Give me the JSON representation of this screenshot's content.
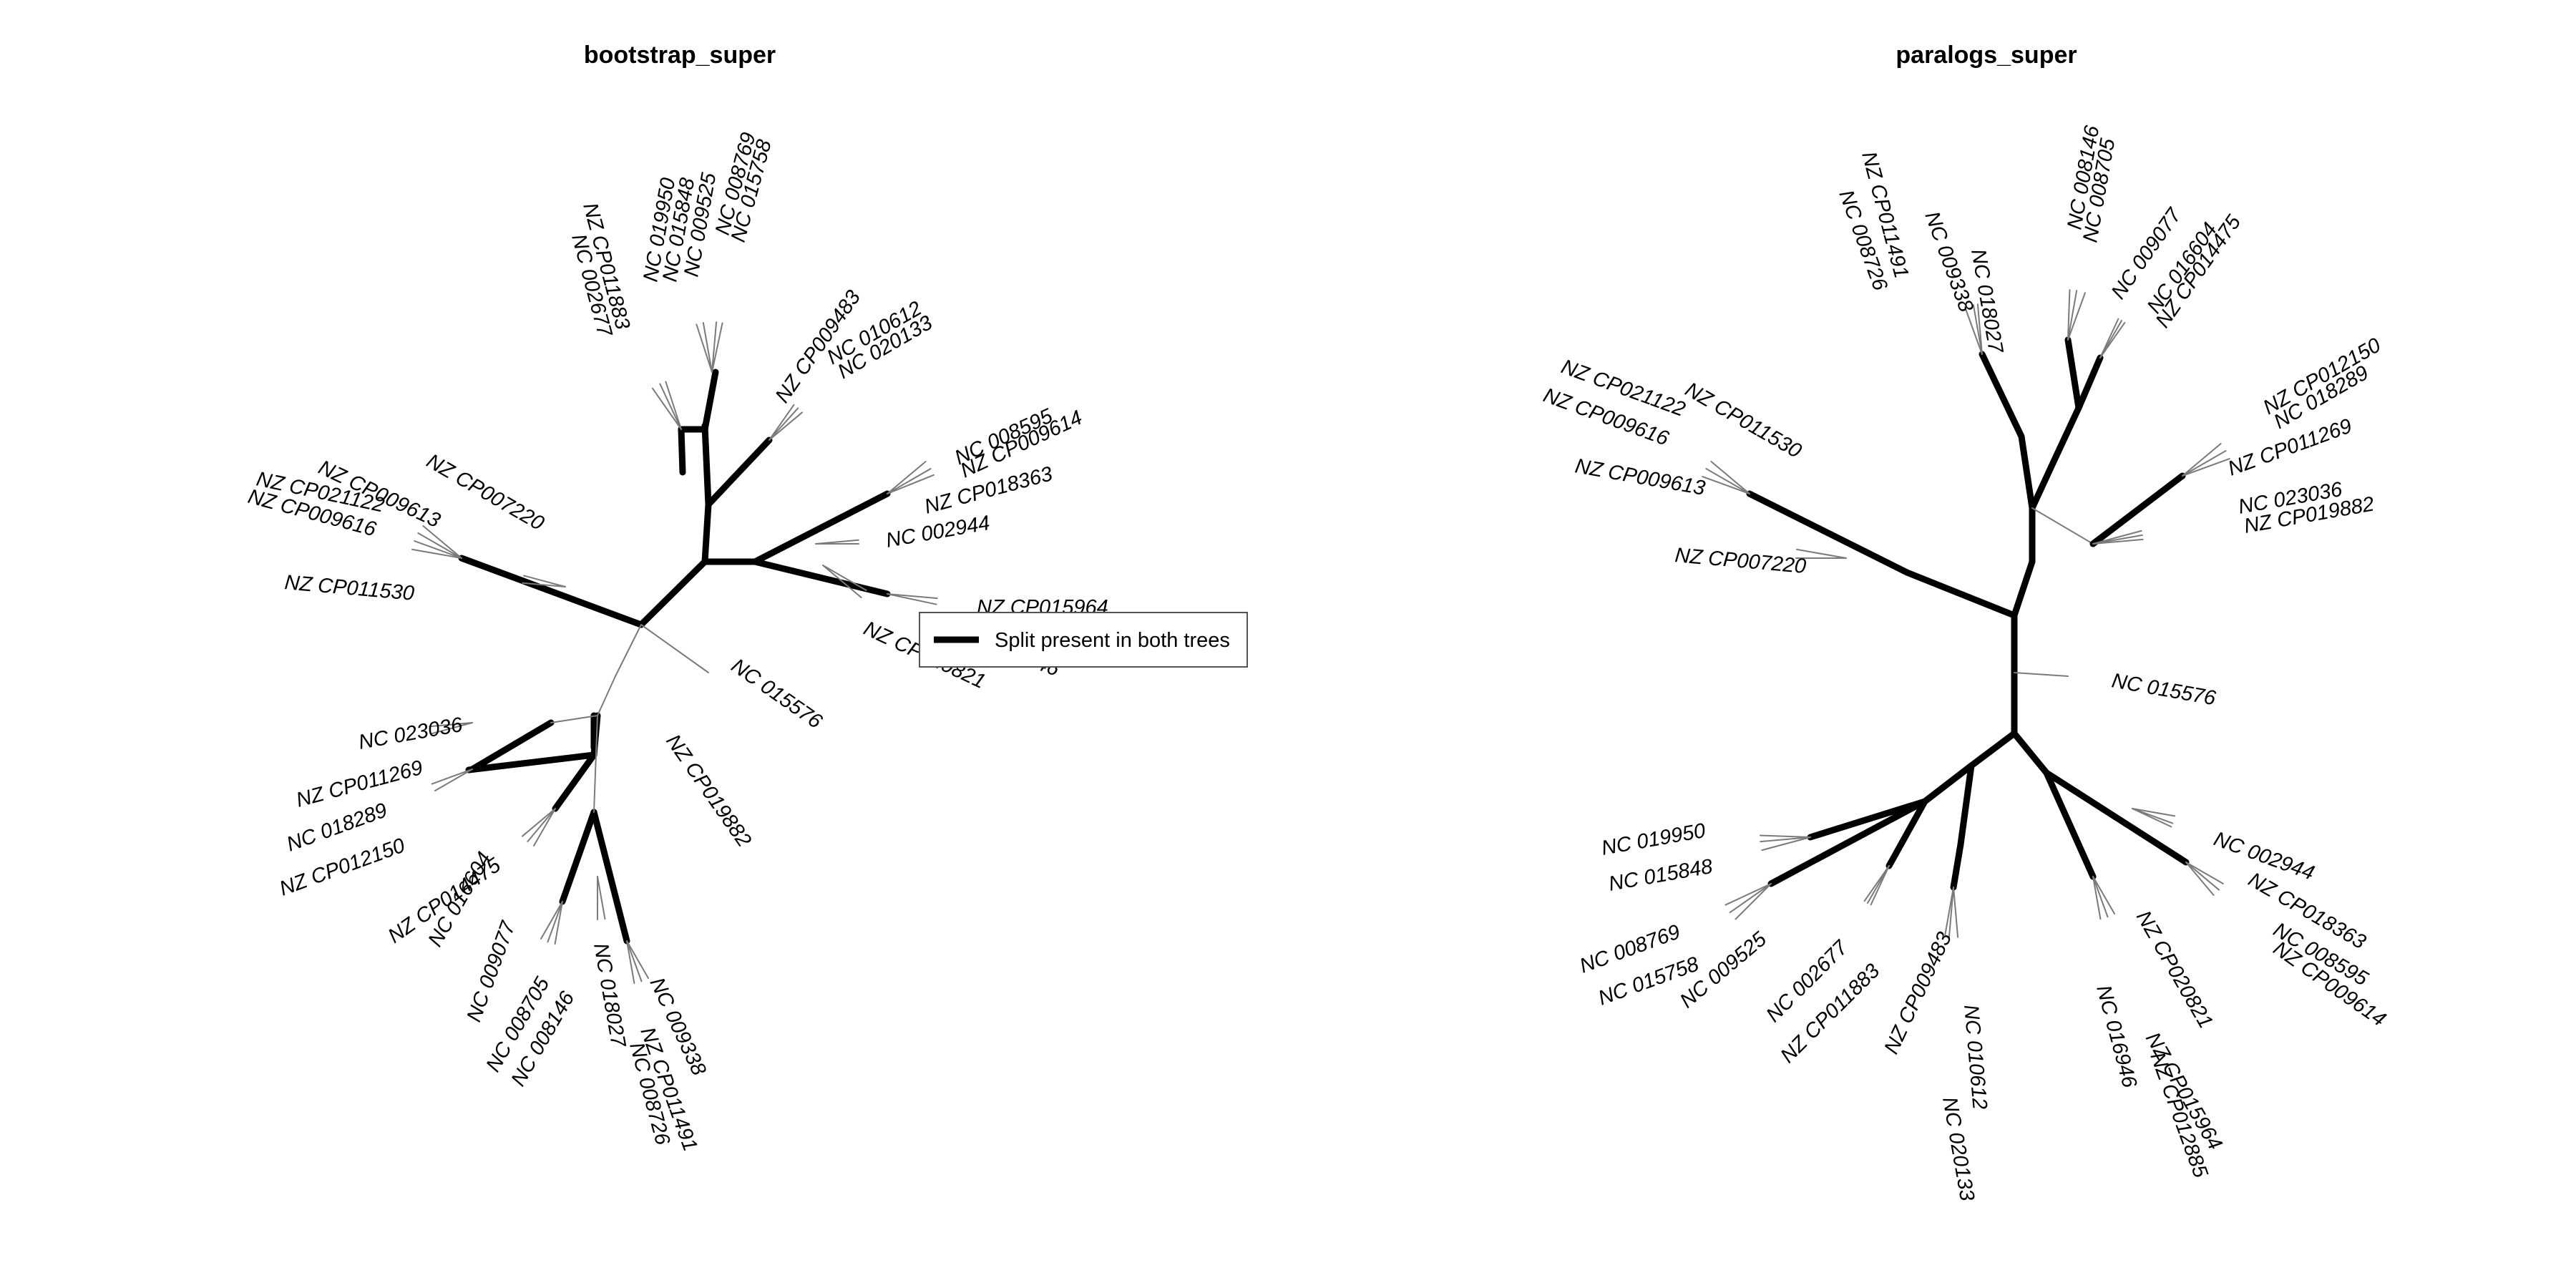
{
  "legend": {
    "label": "Split present in both trees"
  },
  "colors": {
    "shared_split": "#000000",
    "unshared_split": "#7a7a7a",
    "background": "#ffffff"
  },
  "trees": [
    {
      "id": "left",
      "title": "bootstrap_super",
      "tips": [
        "NC 008769",
        "NC 015758",
        "NC 009525",
        "NC 015848",
        "NC 019950",
        "NZ CP011883",
        "NC 002677",
        "NZ CP009483",
        "NC 010612",
        "NC 020133",
        "NC 008595",
        "NZ CP009614",
        "NZ CP018363",
        "NC 002944",
        "NZ CP015964",
        "NZ CP012885",
        "NC 016946",
        "NZ CP020821",
        "NC 015576",
        "NZ CP019882",
        "NC 009338",
        "NZ CP011491",
        "NC 008726",
        "NC 018027",
        "NC 009077",
        "NC 008705",
        "NC 008146",
        "NZ CP014475",
        "NC 016604",
        "NC 023036",
        "NZ CP011269",
        "NC 018289",
        "NZ CP012150",
        "NZ CP009613",
        "NZ CP021122",
        "NZ CP009616",
        "NZ CP007220",
        "NZ CP011530"
      ]
    },
    {
      "id": "right",
      "title": "paralogs_super",
      "tips": [
        "NC 008146",
        "NC 008705",
        "NC 009077",
        "NC 016604",
        "NZ CP014475",
        "NZ CP011491",
        "NC 008726",
        "NC 009338",
        "NC 018027",
        "NZ CP012150",
        "NC 018289",
        "NZ CP011269",
        "NC 023036",
        "NZ CP019882",
        "NZ CP021122",
        "NZ CP009616",
        "NZ CP011530",
        "NZ CP009613",
        "NZ CP007220",
        "NC 015576",
        "NC 002944",
        "NZ CP018363",
        "NC 008595",
        "NZ CP009614",
        "NZ CP020821",
        "NZ CP015964",
        "NZ CP012885",
        "NC 016946",
        "NC 020133",
        "NC 010612",
        "NZ CP009483",
        "NC 002677",
        "NZ CP011883",
        "NC 009525",
        "NC 008769",
        "NC 015758",
        "NC 019950",
        "NC 015848"
      ]
    }
  ]
}
